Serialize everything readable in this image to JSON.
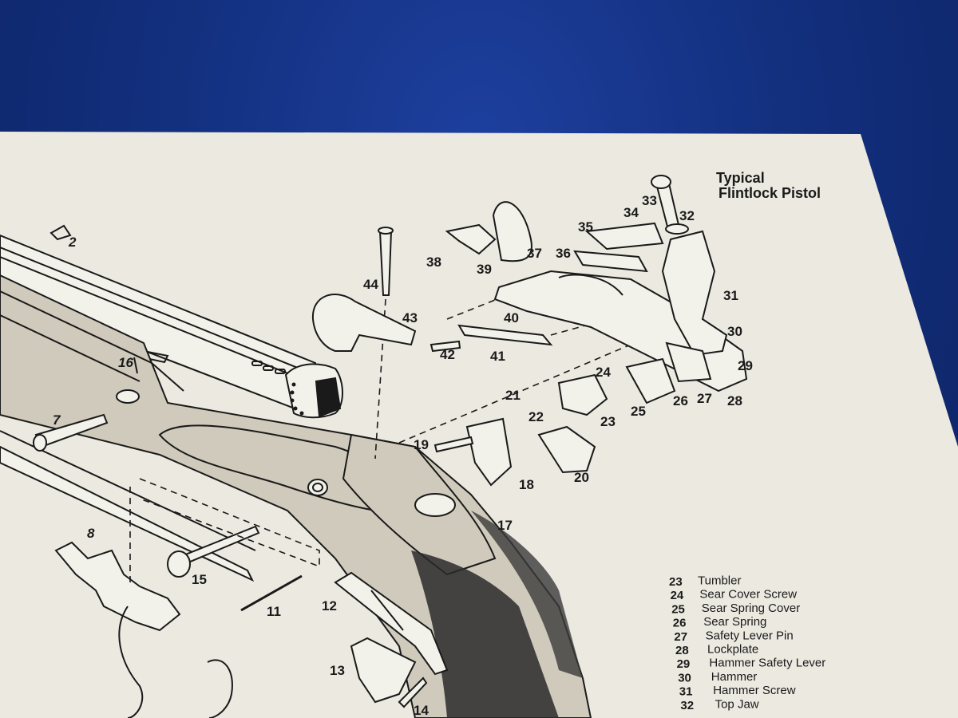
{
  "document": {
    "title_line1": "Typical",
    "title_line2": "Flintlock Pistol"
  },
  "callouts": {
    "p2": "2",
    "p7": "7",
    "p8": "8",
    "p11": "11",
    "p12": "12",
    "p13": "13",
    "p14": "14",
    "p15": "15",
    "p16": "16",
    "p17": "17",
    "p18": "18",
    "p19": "19",
    "p20": "20",
    "p21": "21",
    "p22": "22",
    "p23": "23",
    "p24": "24",
    "p25": "25",
    "p26": "26",
    "p27": "27",
    "p28": "28",
    "p29": "29",
    "p30": "30",
    "p31": "31",
    "p32": "32",
    "p33": "33",
    "p34": "34",
    "p35": "35",
    "p36": "36",
    "p37": "37",
    "p38": "38",
    "p39": "39",
    "p40": "40",
    "p41": "41",
    "p42": "42",
    "p43": "43",
    "p44": "44"
  },
  "parts_legend": [
    {
      "num": "23",
      "name": "Tumbler"
    },
    {
      "num": "24",
      "name": "Sear Cover Screw"
    },
    {
      "num": "25",
      "name": "Sear Spring Cover"
    },
    {
      "num": "26",
      "name": "Sear Spring"
    },
    {
      "num": "27",
      "name": "Safety Lever Pin"
    },
    {
      "num": "28",
      "name": "Lockplate"
    },
    {
      "num": "29",
      "name": "Hammer Safety Lever"
    },
    {
      "num": "30",
      "name": "Hammer"
    },
    {
      "num": "31",
      "name": "Hammer Screw"
    },
    {
      "num": "32",
      "name": "Top Jaw"
    }
  ]
}
